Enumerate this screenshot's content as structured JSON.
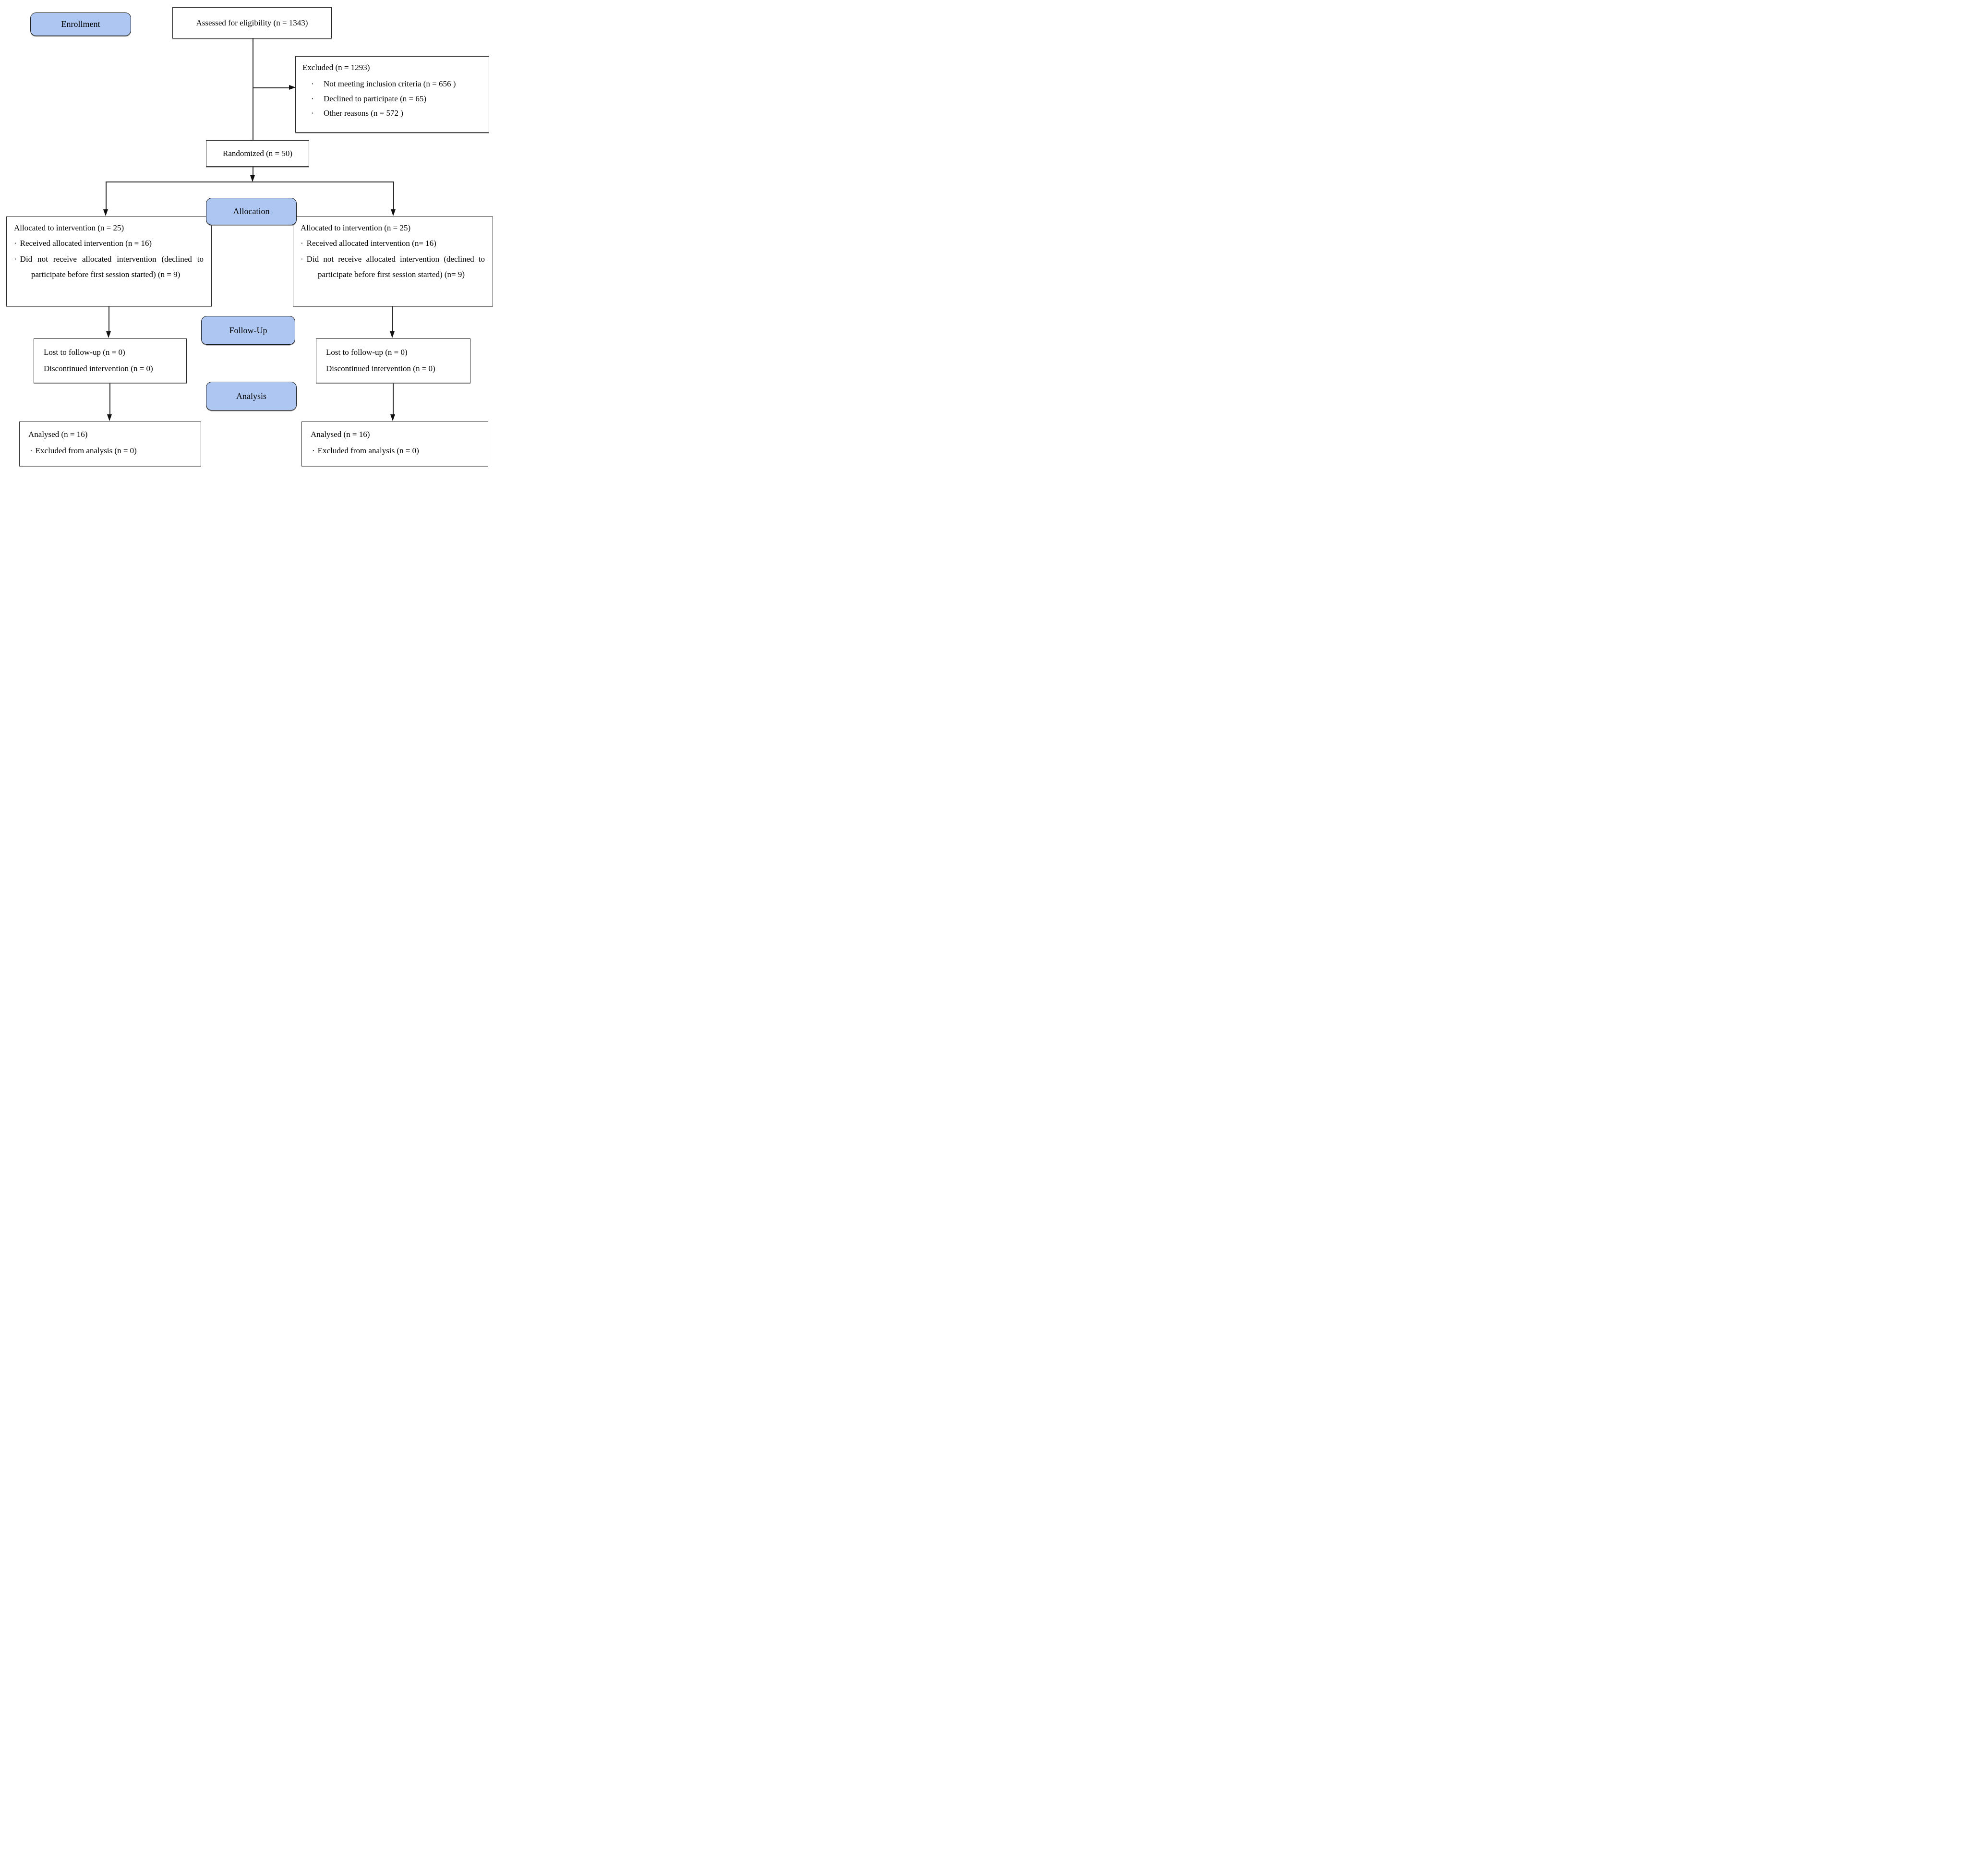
{
  "colors": {
    "stage_fill": "#AEC7F2",
    "box_border": "#262626",
    "connector": "#2B2B2B"
  },
  "glyphs": {
    "bullet": "·"
  },
  "stages": {
    "enrollment": "Enrollment",
    "allocation": "Allocation",
    "follow_up": "Follow-Up",
    "analysis": "Analysis"
  },
  "boxes": {
    "assessed": {
      "text": "Assessed for eligibility (n = 1343)"
    },
    "excluded": {
      "title": "Excluded (n = 1293)",
      "items": [
        "Not meeting inclusion criteria (n = 656 )",
        "Declined to participate (n = 65)",
        "Other reasons (n = 572 )"
      ]
    },
    "randomized": {
      "text": "Randomized (n = 50)"
    },
    "allocation_left": {
      "title": "Allocated to intervention (n = 25)",
      "items": [
        "Received allocated intervention (n = 16)",
        "Did not receive allocated intervention (de­clined to participate before first session started) (n = 9)"
      ]
    },
    "allocation_right": {
      "title": "Allocated to intervention (n = 25)",
      "items": [
        "Received allocated intervention (n= 16)",
        "Did not receive allocated intervention (de­clined to participate before first session started) (n= 9)"
      ]
    },
    "followup_left": {
      "lines": [
        "Lost to follow-up (n = 0)",
        "Discontinued intervention (n = 0)"
      ]
    },
    "followup_right": {
      "lines": [
        "Lost to follow-up (n = 0)",
        "Discontinued intervention (n = 0)"
      ]
    },
    "analysed_left": {
      "title": "Analysed (n = 16)",
      "items": [
        "Excluded from analysis (n = 0)"
      ]
    },
    "analysed_right": {
      "title": "Analysed (n = 16)",
      "items": [
        "Excluded from analysis (n = 0)"
      ]
    }
  }
}
